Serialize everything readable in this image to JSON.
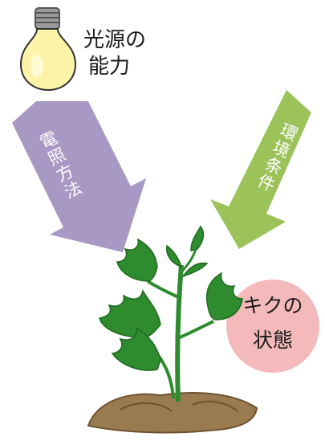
{
  "light_source": {
    "line1": "光源の",
    "line2": "能力"
  },
  "left_arrow": {
    "label": "電照方法",
    "color": "#a898c4"
  },
  "right_arrow": {
    "label": "環境条件",
    "color": "#9cc25a"
  },
  "plant_state": {
    "line1": "キクの",
    "line2": "状態",
    "color": "#f4b9bb"
  },
  "colors": {
    "leaf": "#2e8b2e",
    "leaf_dark": "#1f6b1f",
    "soil": "#9a7a4f",
    "soil_dark": "#6e5230",
    "bulb_glass": "#fbf4a8"
  }
}
